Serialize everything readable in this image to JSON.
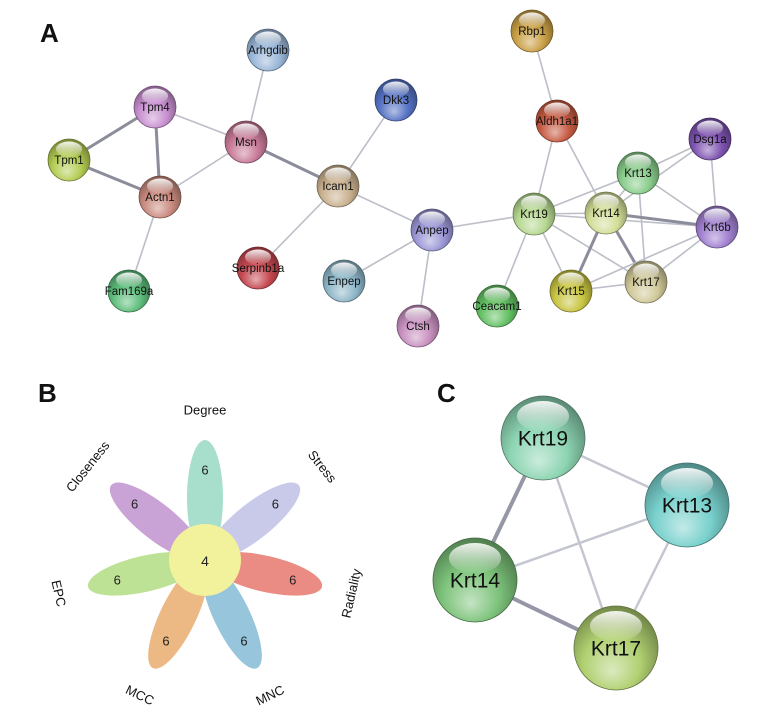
{
  "panels": {
    "a": "A",
    "b": "B",
    "c": "C"
  },
  "network_a": {
    "nodes": [
      {
        "id": "Rbp1",
        "label": "Rbp1",
        "color": "#c9a045"
      },
      {
        "id": "Arhgdib",
        "label": "Arhgdib",
        "color": "#98b6d8"
      },
      {
        "id": "Tpm4",
        "label": "Tpm4",
        "color": "#c88fd0"
      },
      {
        "id": "Dkk3",
        "label": "Dkk3",
        "color": "#5572c4"
      },
      {
        "id": "Aldh1a1",
        "label": "Aldh1a1",
        "color": "#c65a42"
      },
      {
        "id": "Dsg1a",
        "label": "Dsg1a",
        "color": "#7d52b0"
      },
      {
        "id": "Tpm1",
        "label": "Tpm1",
        "color": "#b3cc52"
      },
      {
        "id": "Msn",
        "label": "Msn",
        "color": "#c87a98"
      },
      {
        "id": "Krt13",
        "label": "Krt13",
        "color": "#88cc8a"
      },
      {
        "id": "Actn1",
        "label": "Actn1",
        "color": "#c98a7e"
      },
      {
        "id": "Icam1",
        "label": "Icam1",
        "color": "#c9b08e"
      },
      {
        "id": "Krt19",
        "label": "Krt19",
        "color": "#b6d890"
      },
      {
        "id": "Krt14",
        "label": "Krt14",
        "color": "#d2de98"
      },
      {
        "id": "Anpep",
        "label": "Anpep",
        "color": "#9a96d6"
      },
      {
        "id": "Krt6b",
        "label": "Krt6b",
        "color": "#a07fd0"
      },
      {
        "id": "Serpinb1a",
        "label": "Serpinb1a",
        "color": "#c4474f"
      },
      {
        "id": "Fam169a",
        "label": "Fam169a",
        "color": "#5cbd7a"
      },
      {
        "id": "Enpep",
        "label": "Enpep",
        "color": "#8db6c8"
      },
      {
        "id": "Krt15",
        "label": "Krt15",
        "color": "#c8c440"
      },
      {
        "id": "Krt17",
        "label": "Krt17",
        "color": "#d0c898"
      },
      {
        "id": "Ceacam1",
        "label": "Ceacam1",
        "color": "#62c062"
      },
      {
        "id": "Ctsh",
        "label": "Ctsh",
        "color": "#c890c0"
      }
    ],
    "edges": [
      {
        "source": "Rbp1",
        "target": "Aldh1a1",
        "weight": 1
      },
      {
        "source": "Arhgdib",
        "target": "Msn",
        "weight": 1
      },
      {
        "source": "Tpm4",
        "target": "Tpm1",
        "weight": 2
      },
      {
        "source": "Tpm4",
        "target": "Actn1",
        "weight": 2
      },
      {
        "source": "Tpm4",
        "target": "Msn",
        "weight": 1
      },
      {
        "source": "Tpm1",
        "target": "Actn1",
        "weight": 2
      },
      {
        "source": "Actn1",
        "target": "Msn",
        "weight": 1
      },
      {
        "source": "Actn1",
        "target": "Fam169a",
        "weight": 1
      },
      {
        "source": "Msn",
        "target": "Icam1",
        "weight": 2
      },
      {
        "source": "Dkk3",
        "target": "Icam1",
        "weight": 1
      },
      {
        "source": "Icam1",
        "target": "Serpinb1a",
        "weight": 1
      },
      {
        "source": "Icam1",
        "target": "Anpep",
        "weight": 1
      },
      {
        "source": "Anpep",
        "target": "Enpep",
        "weight": 1
      },
      {
        "source": "Anpep",
        "target": "Ctsh",
        "weight": 1
      },
      {
        "source": "Anpep",
        "target": "Krt19",
        "weight": 1
      },
      {
        "source": "Aldh1a1",
        "target": "Krt19",
        "weight": 1
      },
      {
        "source": "Aldh1a1",
        "target": "Krt14",
        "weight": 1
      },
      {
        "source": "Krt19",
        "target": "Ceacam1",
        "weight": 1
      },
      {
        "source": "Krt19",
        "target": "Krt13",
        "weight": 1
      },
      {
        "source": "Krt19",
        "target": "Krt14",
        "weight": 1
      },
      {
        "source": "Krt19",
        "target": "Krt15",
        "weight": 1
      },
      {
        "source": "Krt19",
        "target": "Krt17",
        "weight": 1
      },
      {
        "source": "Krt19",
        "target": "Krt6b",
        "weight": 1
      },
      {
        "source": "Krt13",
        "target": "Krt14",
        "weight": 1
      },
      {
        "source": "Krt13",
        "target": "Krt17",
        "weight": 1
      },
      {
        "source": "Krt13",
        "target": "Dsg1a",
        "weight": 1
      },
      {
        "source": "Krt13",
        "target": "Krt6b",
        "weight": 1
      },
      {
        "source": "Krt14",
        "target": "Krt15",
        "weight": 2
      },
      {
        "source": "Krt14",
        "target": "Krt17",
        "weight": 2
      },
      {
        "source": "Krt14",
        "target": "Krt6b",
        "weight": 2
      },
      {
        "source": "Krt14",
        "target": "Dsg1a",
        "weight": 1
      },
      {
        "source": "Krt15",
        "target": "Krt17",
        "weight": 1
      },
      {
        "source": "Krt15",
        "target": "Krt6b",
        "weight": 1
      },
      {
        "source": "Krt17",
        "target": "Krt6b",
        "weight": 1
      },
      {
        "source": "Dsg1a",
        "target": "Krt6b",
        "weight": 1
      }
    ]
  },
  "flower_b": {
    "center_value": "4",
    "center_color": "#f2f29c",
    "petals": [
      {
        "name": "Degree",
        "value": "6",
        "color": "#9fdcc8"
      },
      {
        "name": "Stress",
        "value": "6",
        "color": "#c4c4e8"
      },
      {
        "name": "Radiality",
        "value": "6",
        "color": "#e8827a"
      },
      {
        "name": "MNC",
        "value": "6",
        "color": "#8ec0d8"
      },
      {
        "name": "MCC",
        "value": "6",
        "color": "#eab278"
      },
      {
        "name": "EPC",
        "value": "6",
        "color": "#b8e08c"
      },
      {
        "name": "Closeness",
        "value": "6",
        "color": "#c49ad2"
      }
    ]
  },
  "network_c": {
    "nodes": [
      {
        "id": "Krt19",
        "label": "Krt19",
        "color": "#8cd4b2"
      },
      {
        "id": "Krt13",
        "label": "Krt13",
        "color": "#78d0cc"
      },
      {
        "id": "Krt14",
        "label": "Krt14",
        "color": "#7cc27a"
      },
      {
        "id": "Krt17",
        "label": "Krt17",
        "color": "#b0d070"
      }
    ],
    "edges": [
      {
        "source": "Krt19",
        "target": "Krt13",
        "weight": 1
      },
      {
        "source": "Krt19",
        "target": "Krt14",
        "weight": 2
      },
      {
        "source": "Krt19",
        "target": "Krt17",
        "weight": 1
      },
      {
        "source": "Krt13",
        "target": "Krt14",
        "weight": 1
      },
      {
        "source": "Krt13",
        "target": "Krt17",
        "weight": 1
      },
      {
        "source": "Krt14",
        "target": "Krt17",
        "weight": 2
      }
    ]
  }
}
